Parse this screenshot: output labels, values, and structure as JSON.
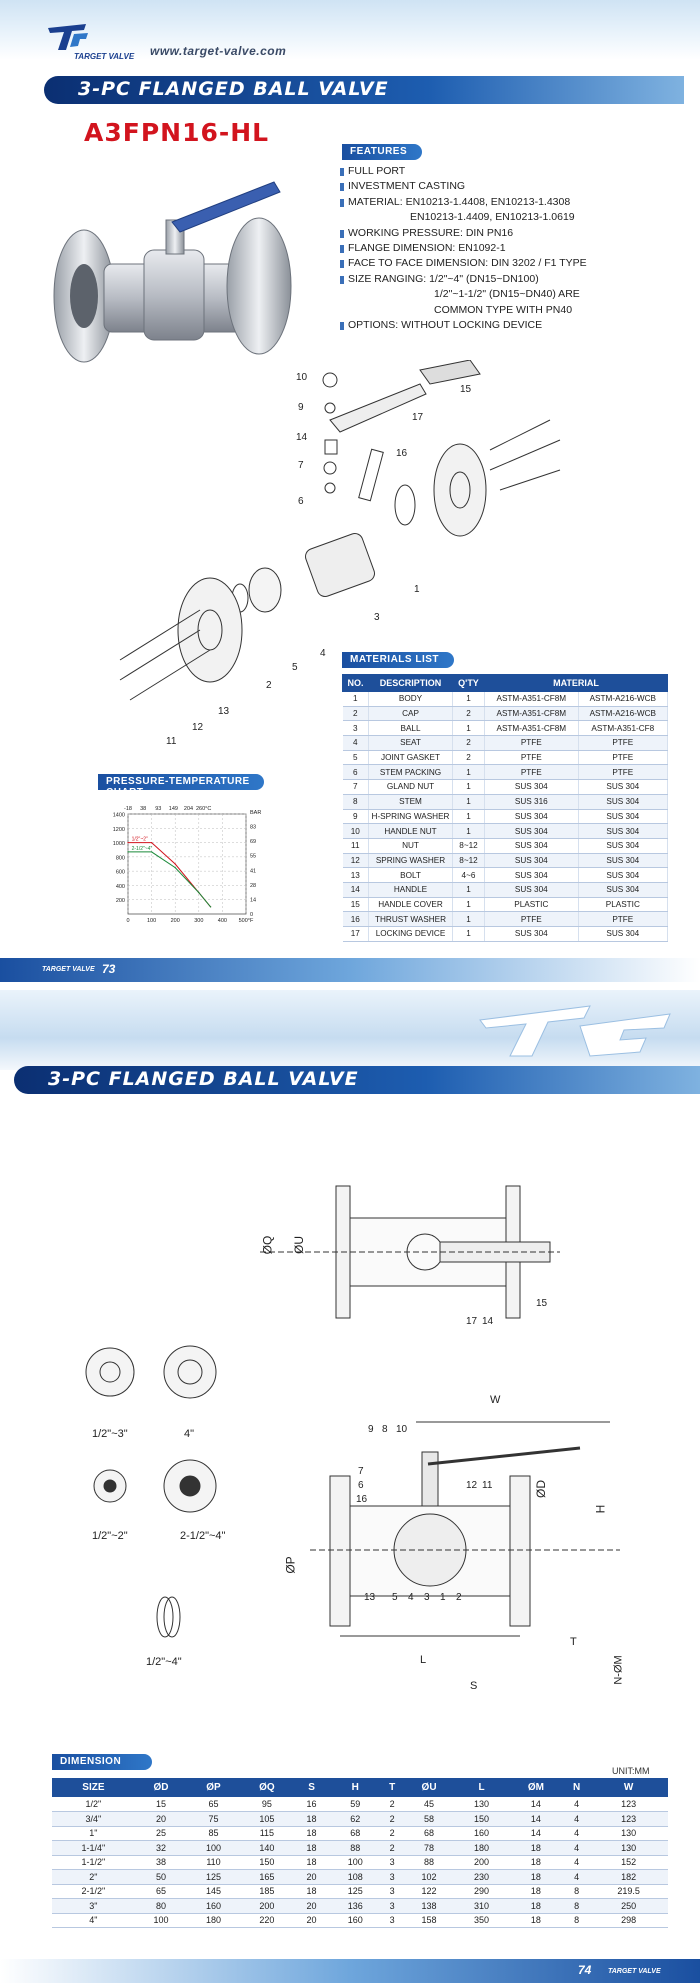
{
  "header": {
    "logo_mark": "TG",
    "logo_text": "TARGET VALVE",
    "website": "www.target-valve.com"
  },
  "page1": {
    "title": "3-PC FLANGED BALL VALVE",
    "model": "A3FPN16-HL",
    "features_label": "FEATURES",
    "features": [
      "FULL PORT",
      "INVESTMENT CASTING",
      "MATERIAL: EN10213-1.4408, EN10213-1.4308",
      "EN10213-1.4409, EN10213-1.0619",
      "WORKING PRESSURE: DIN PN16",
      "FLANGE DIMENSION: EN1092-1",
      "FACE TO FACE DIMENSION: DIN 3202 / F1 TYPE",
      "SIZE RANGING: 1/2\"~4\" (DN15~DN100)",
      "1/2\"~1-1/2\" (DN15~DN40) ARE",
      "COMMON TYPE WITH PN40",
      "OPTIONS: WITHOUT LOCKING DEVICE"
    ],
    "materials_label": "MATERIALS LIST",
    "materials_headers": [
      "NO.",
      "DESCRIPTION",
      "Q'TY",
      "MATERIAL"
    ],
    "materials": [
      [
        "1",
        "BODY",
        "1",
        "ASTM-A351-CF8M",
        "ASTM-A216-WCB"
      ],
      [
        "2",
        "CAP",
        "2",
        "ASTM-A351-CF8M",
        "ASTM-A216-WCB"
      ],
      [
        "3",
        "BALL",
        "1",
        "ASTM-A351-CF8M",
        "ASTM-A351-CF8"
      ],
      [
        "4",
        "SEAT",
        "2",
        "PTFE",
        "PTFE"
      ],
      [
        "5",
        "JOINT GASKET",
        "2",
        "PTFE",
        "PTFE"
      ],
      [
        "6",
        "STEM PACKING",
        "1",
        "PTFE",
        "PTFE"
      ],
      [
        "7",
        "GLAND NUT",
        "1",
        "SUS 304",
        "SUS 304"
      ],
      [
        "8",
        "STEM",
        "1",
        "SUS 316",
        "SUS 304"
      ],
      [
        "9",
        "H-SPRING WASHER",
        "1",
        "SUS 304",
        "SUS 304"
      ],
      [
        "10",
        "HANDLE NUT",
        "1",
        "SUS 304",
        "SUS 304"
      ],
      [
        "11",
        "NUT",
        "8~12",
        "SUS 304",
        "SUS 304"
      ],
      [
        "12",
        "SPRING WASHER",
        "8~12",
        "SUS 304",
        "SUS 304"
      ],
      [
        "13",
        "BOLT",
        "4~6",
        "SUS 304",
        "SUS 304"
      ],
      [
        "14",
        "HANDLE",
        "1",
        "SUS 304",
        "SUS 304"
      ],
      [
        "15",
        "HANDLE COVER",
        "1",
        "PLASTIC",
        "PLASTIC"
      ],
      [
        "16",
        "THRUST WASHER",
        "1",
        "PTFE",
        "PTFE"
      ],
      [
        "17",
        "LOCKING DEVICE",
        "1",
        "SUS 304",
        "SUS 304"
      ]
    ],
    "chart_label": "PRESSURE-TEMPERATURE CHART",
    "page_number": "73",
    "page_brand": "TARGET VALVE"
  },
  "chart_data": {
    "type": "line",
    "title": "PRESSURE-TEMPERATURE CHART",
    "x_top_ticks": [
      "-18",
      "38",
      "93",
      "149",
      "204",
      "260°C"
    ],
    "x_bottom_ticks": [
      "0",
      "100",
      "200",
      "300",
      "400",
      "500°F"
    ],
    "y_left_ticks": [
      "1400",
      "1200",
      "1000",
      "800",
      "600",
      "400",
      "200"
    ],
    "y_right_ticks": [
      "BAR",
      "83",
      "69",
      "55",
      "41",
      "28",
      "14",
      "0"
    ],
    "xlim": [
      0,
      500
    ],
    "ylim": [
      0,
      1400
    ],
    "series": [
      {
        "name": "1/2\"~2\"",
        "color": "#d2141e",
        "x": [
          0,
          100,
          200,
          300,
          350
        ],
        "y": [
          1000,
          1000,
          700,
          300,
          100
        ]
      },
      {
        "name": "2-1/2\"~4\"",
        "color": "#1a8a3a",
        "x": [
          0,
          100,
          200,
          300,
          350
        ],
        "y": [
          870,
          870,
          650,
          300,
          100
        ]
      }
    ]
  },
  "page2": {
    "brand_mark": "TG",
    "title": "3-PC FLANGED BALL VALVE",
    "flange_labels": [
      "1/2\"~3\"",
      "4\"",
      "1/2\"~2\"",
      "2-1/2\"~4\"",
      "1/2\"~4\""
    ],
    "dim_letters": [
      "ØQ",
      "ØU",
      "W",
      "H",
      "ØD",
      "ØP",
      "L",
      "S",
      "T",
      "N-ØM"
    ],
    "callouts": [
      "9",
      "8",
      "10",
      "7",
      "6",
      "16",
      "12",
      "11",
      "13",
      "5",
      "4",
      "3",
      "1",
      "2",
      "17",
      "14",
      "15"
    ],
    "dimension_label": "DIMENSION",
    "unit": "UNIT:MM",
    "dimension_headers": [
      "SIZE",
      "ØD",
      "ØP",
      "ØQ",
      "S",
      "H",
      "T",
      "ØU",
      "L",
      "ØM",
      "N",
      "W"
    ],
    "dimensions": [
      [
        "1/2\"",
        "15",
        "65",
        "95",
        "16",
        "59",
        "2",
        "45",
        "130",
        "14",
        "4",
        "123"
      ],
      [
        "3/4\"",
        "20",
        "75",
        "105",
        "18",
        "62",
        "2",
        "58",
        "150",
        "14",
        "4",
        "123"
      ],
      [
        "1\"",
        "25",
        "85",
        "115",
        "18",
        "68",
        "2",
        "68",
        "160",
        "14",
        "4",
        "130"
      ],
      [
        "1-1/4\"",
        "32",
        "100",
        "140",
        "18",
        "88",
        "2",
        "78",
        "180",
        "18",
        "4",
        "130"
      ],
      [
        "1-1/2\"",
        "38",
        "110",
        "150",
        "18",
        "100",
        "3",
        "88",
        "200",
        "18",
        "4",
        "152"
      ],
      [
        "2\"",
        "50",
        "125",
        "165",
        "20",
        "108",
        "3",
        "102",
        "230",
        "18",
        "4",
        "182"
      ],
      [
        "2-1/2\"",
        "65",
        "145",
        "185",
        "18",
        "125",
        "3",
        "122",
        "290",
        "18",
        "8",
        "219.5"
      ],
      [
        "3\"",
        "80",
        "160",
        "200",
        "20",
        "136",
        "3",
        "138",
        "310",
        "18",
        "8",
        "250"
      ],
      [
        "4\"",
        "100",
        "180",
        "220",
        "20",
        "160",
        "3",
        "158",
        "350",
        "18",
        "8",
        "298"
      ]
    ],
    "page_number": "74",
    "page_brand": "TARGET VALVE"
  }
}
